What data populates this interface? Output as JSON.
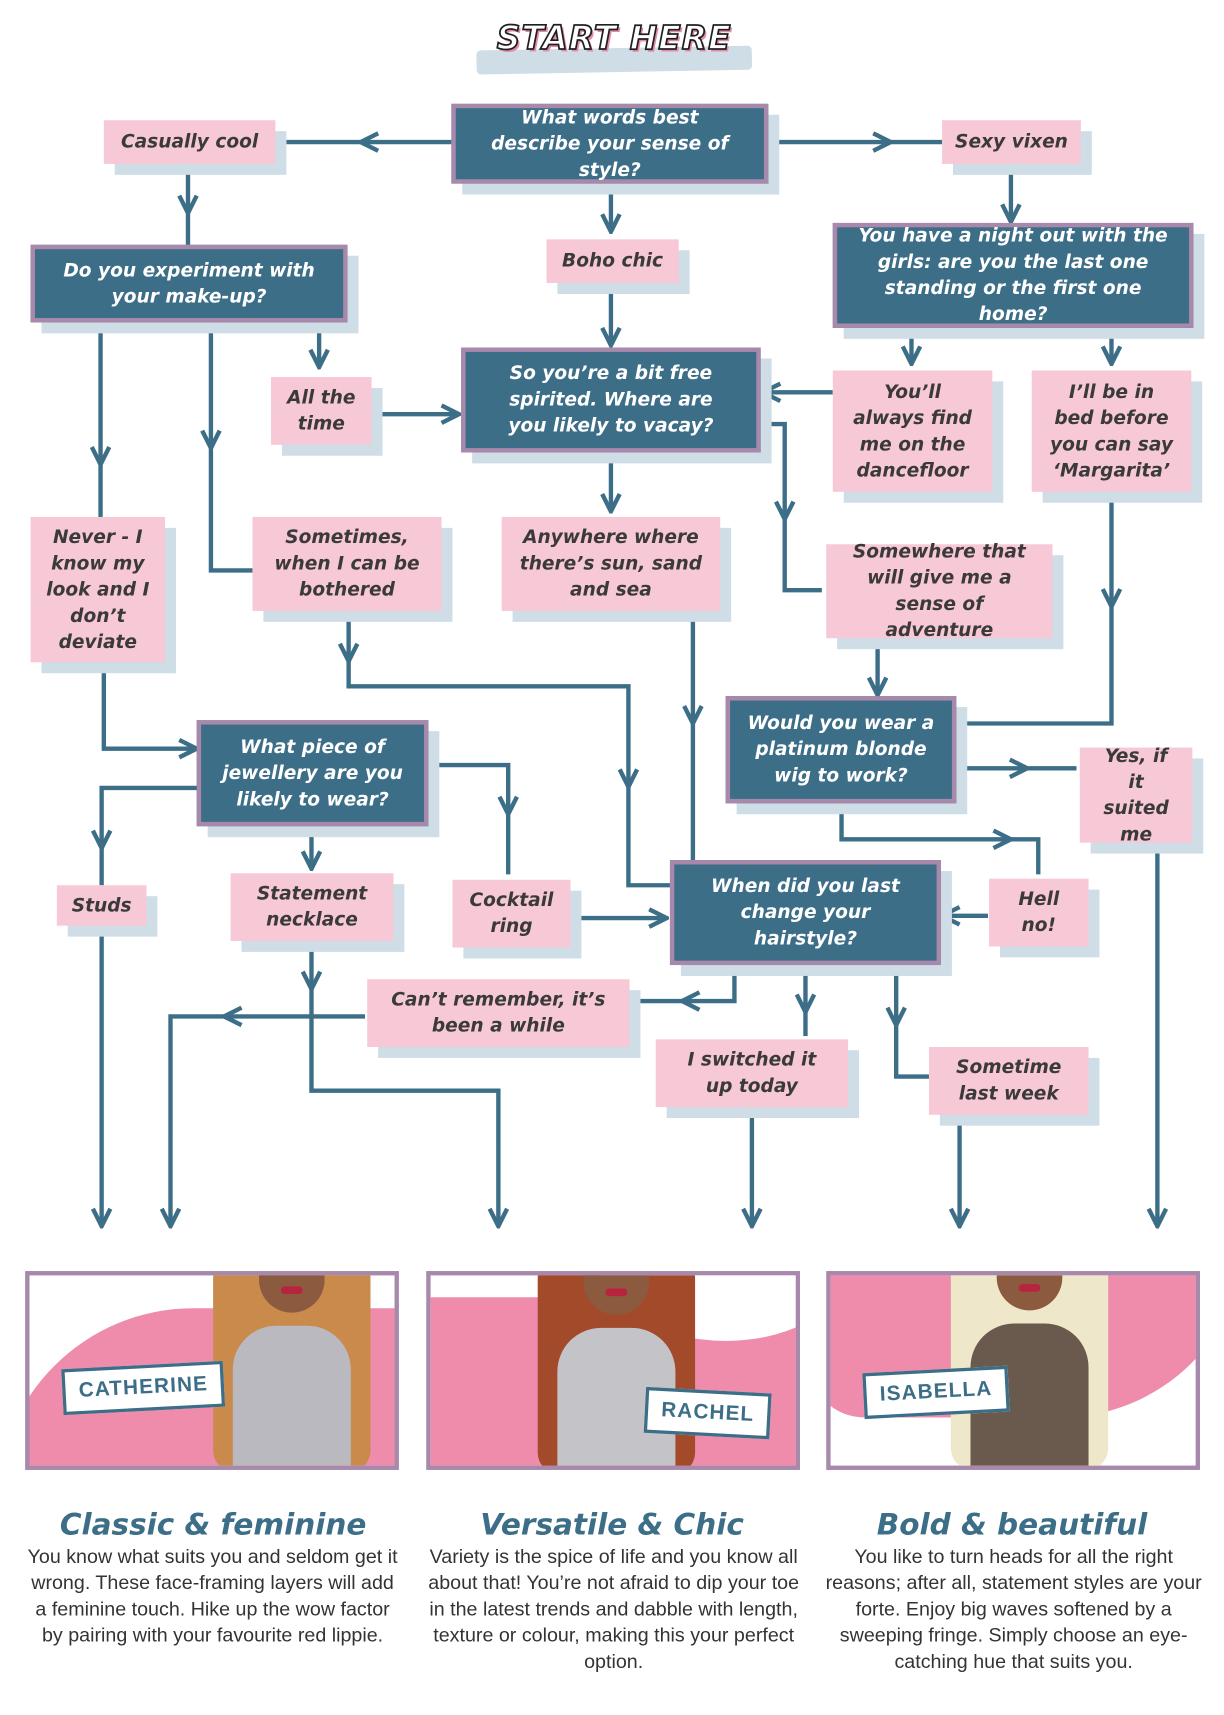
{
  "header": {
    "title": "START HERE"
  },
  "questions": {
    "style": "What words best describe your sense of style?",
    "makeup": "Do you experiment with your make-up?",
    "night_out": "You have a night out with the girls: are you the last one standing or the first one home?",
    "vacay": "So you’re a bit free spirited. Where are you likely to vacay?",
    "wig": "Would you wear a platinum blonde wig to work?",
    "jewellery": "What piece of jewellery are you likely to wear?",
    "hairstyle": "When did you last change your hairstyle?"
  },
  "answers": {
    "casual": "Casually cool",
    "sexy": "Sexy vixen",
    "boho": "Boho chic",
    "all_time": "All the time",
    "dancefloor": "You’ll always find me on the dancefloor",
    "bed": "I’ll be in bed before you can say ‘Margarita’",
    "never": "Never - I know my look and I don’t deviate",
    "sometimes": "Sometimes, when I can be bothered",
    "anywhere": "Anywhere where there’s sun, sand and sea",
    "adventure": "Somewhere that will give me a sense of adventure",
    "yes_suited": "Yes, if it suited me",
    "studs": "Studs",
    "necklace": "Statement necklace",
    "cocktail": "Cocktail ring",
    "hell_no": "Hell no!",
    "cant_remember": "Can’t remember, it’s been a while",
    "switched": "I switched it up today",
    "last_week": "Sometime last week"
  },
  "results": [
    {
      "name": "CATHERINE",
      "title": "Classic & feminine",
      "text": "You know what suits you and seldom get it wrong. These face-framing layers will add a feminine touch. Hike up the wow factor by pairing with your favourite red lippie."
    },
    {
      "name": "RACHEL",
      "title": "Versatile & Chic",
      "text": "Variety is the spice of life and you know all about that! You’re not afraid to dip your toe in the latest trends and dabble with length, texture or colour, making this your perfect option."
    },
    {
      "name": "ISABELLA",
      "title": "Bold & beautiful",
      "text": "You like to turn heads for all the right reasons; after all, statement styles are your forte. Enjoy big waves softened by a sweeping fringe. Simply choose an eye-catching hue that suits you."
    }
  ],
  "colors": {
    "question_bg": "#3c6e88",
    "question_border": "#a889ab",
    "answer_bg": "#f7c8d6",
    "shadow": "#cedde6",
    "arrow": "#3c6e88",
    "pink": "#ef8bab",
    "heading": "#3c6e88"
  }
}
